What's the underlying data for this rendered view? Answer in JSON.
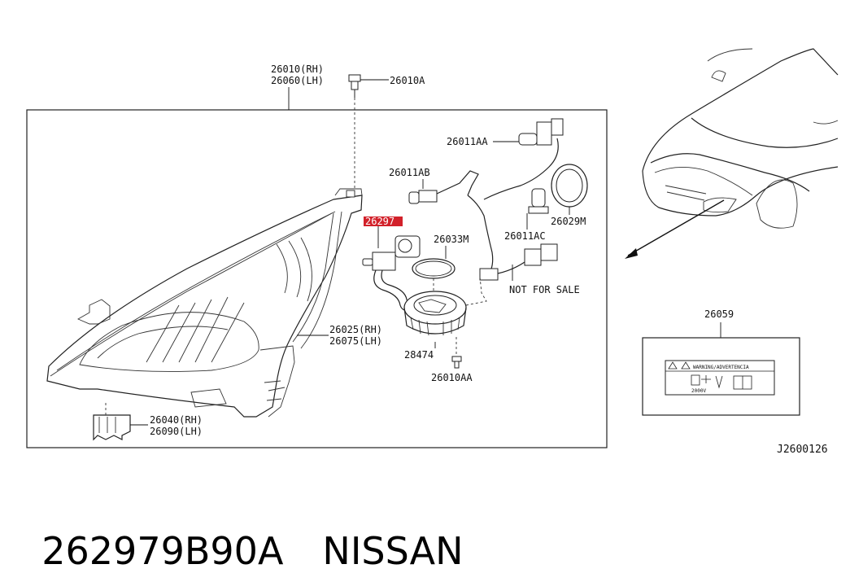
{
  "diagram": {
    "ref_code": "J2600126",
    "labels": {
      "headlamp_assy_rh": "26010(RH)",
      "headlamp_assy_lh": "26060(LH)",
      "screw_a": "26010A",
      "bulb_aa": "26011AA",
      "bulb_ab": "26011AB",
      "highlighted": "26297",
      "cap": "26033M",
      "seal": "26029M",
      "bulb_ac": "26011AC",
      "not_for_sale": "NOT FOR SALE",
      "housing_rh": "26025(RH)",
      "housing_lh": "26075(LH)",
      "ballast": "28474",
      "screw_aa": "26010AA",
      "bracket_rh": "26040(RH)",
      "bracket_lh": "26090(LH)",
      "label_part": "26059",
      "warning_text": "WARNING/ADVERTENCIA",
      "voltage": "2000V"
    },
    "highlight_color": "#d2212a"
  },
  "footer": {
    "part_number": "262979B90A",
    "brand": "NISSAN"
  }
}
